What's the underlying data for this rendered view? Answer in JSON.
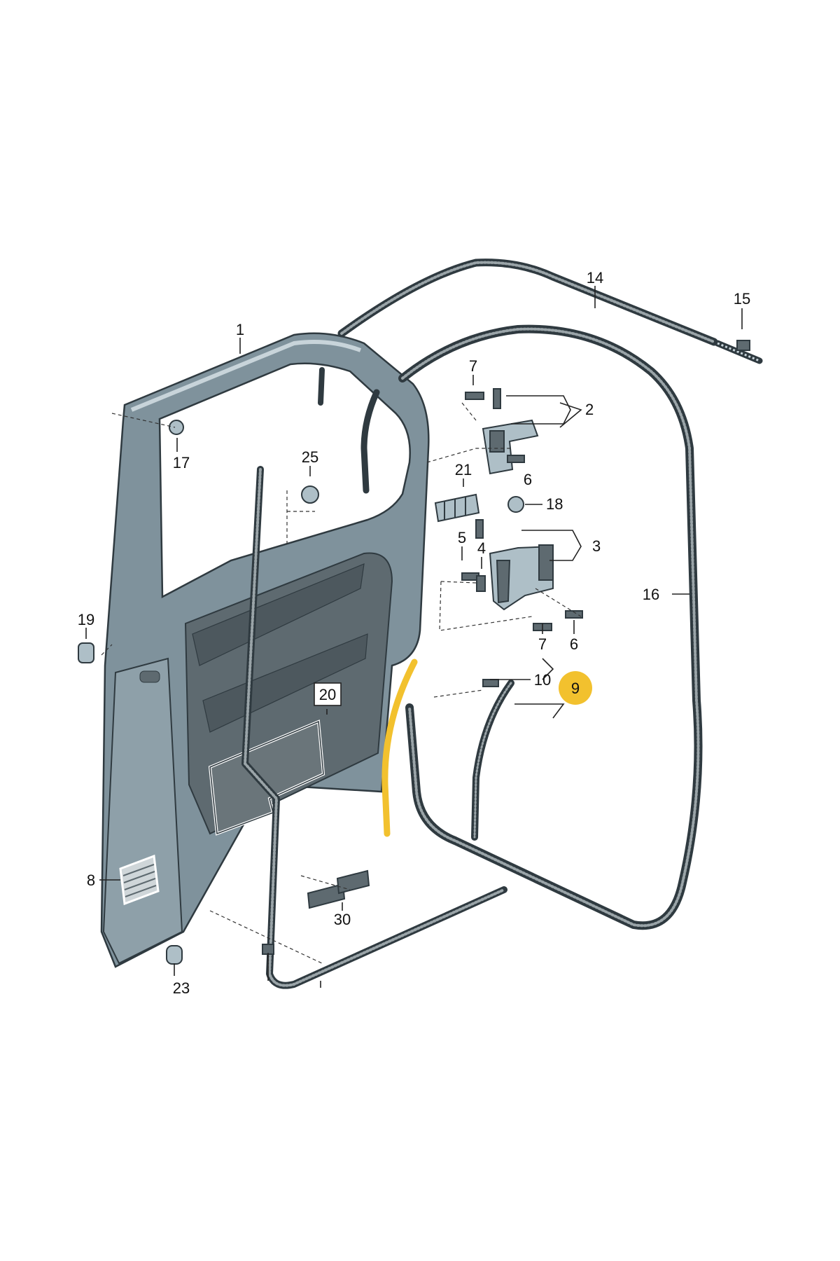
{
  "diagram": {
    "part_labels": {
      "p1": "1",
      "p2": "2",
      "p3": "3",
      "p4": "4",
      "p5": "5",
      "p6a": "6",
      "p6b": "6",
      "p7a": "7",
      "p7b": "7",
      "p8": "8",
      "p9": "9",
      "p10": "10",
      "p14": "14",
      "p15": "15",
      "p16": "16",
      "p17": "17",
      "p18": "18",
      "p19": "19",
      "p20": "20",
      "p21": "21",
      "p23": "23",
      "p25": "25",
      "p30": "30"
    },
    "highlight": {
      "part": "9",
      "color": "#f2c12e",
      "seal_color": "#f2c12e"
    },
    "colors": {
      "door_panel": "#7f929c",
      "door_frame": "#9fb1ba",
      "seal": "#3a4348"
    }
  }
}
